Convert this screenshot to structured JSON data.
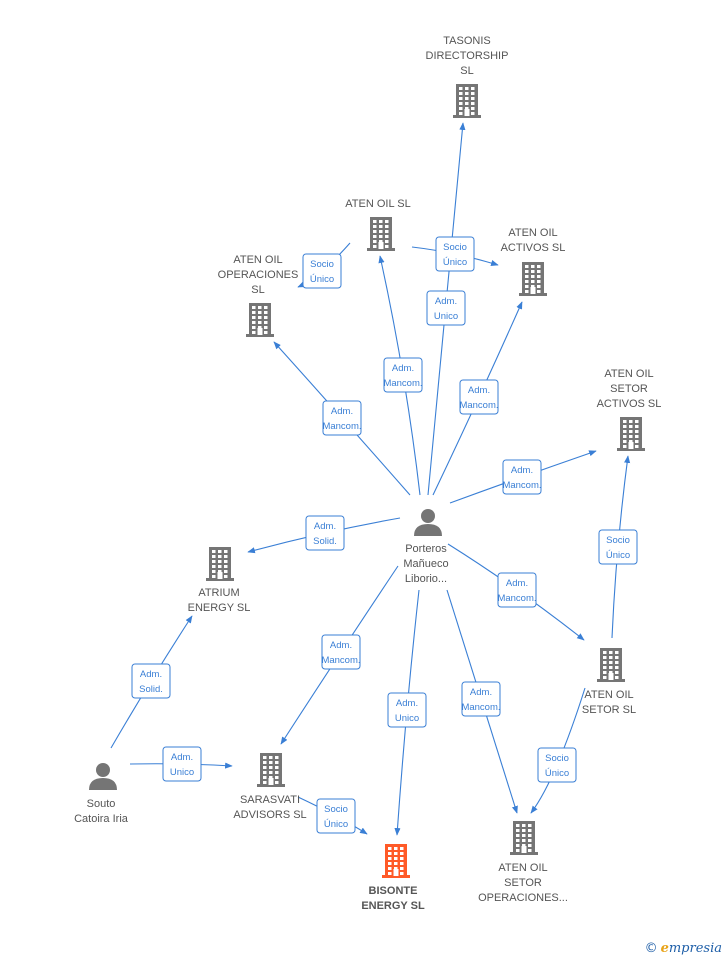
{
  "colors": {
    "edge": "#3a7fd5",
    "company": "#757575",
    "person": "#757575",
    "highlight": "#ff5a28"
  },
  "nodes": [
    {
      "id": "tasonis",
      "type": "company",
      "lines": [
        "TASONIS",
        "DIRECTORSHIP",
        "SL"
      ]
    },
    {
      "id": "atenoil",
      "type": "company",
      "lines": [
        "ATEN OIL  SL"
      ]
    },
    {
      "id": "atenoilactivos",
      "type": "company",
      "lines": [
        "ATEN OIL",
        "ACTIVOS  SL"
      ]
    },
    {
      "id": "atenoiloperaciones",
      "type": "company",
      "lines": [
        "ATEN OIL",
        "OPERACIONES",
        "SL"
      ]
    },
    {
      "id": "atenoilsetoractivos",
      "type": "company",
      "lines": [
        "ATEN OIL",
        "SETOR",
        "ACTIVOS  SL"
      ]
    },
    {
      "id": "porteros",
      "type": "person",
      "lines": [
        "Porteros",
        "Mañueco",
        "Liborio..."
      ]
    },
    {
      "id": "atrium",
      "type": "company",
      "lines": [
        "ATRIUM",
        "ENERGY SL"
      ]
    },
    {
      "id": "atenoilsetor",
      "type": "company",
      "lines": [
        "ATEN OIL",
        "SETOR  SL"
      ]
    },
    {
      "id": "souto",
      "type": "person",
      "lines": [
        "Souto",
        "Catoira Iria"
      ]
    },
    {
      "id": "sarasvati",
      "type": "company",
      "lines": [
        "SARASVATI",
        "ADVISORS  SL"
      ]
    },
    {
      "id": "bisonte",
      "type": "company",
      "highlight": true,
      "lines": [
        "BISONTE",
        "ENERGY  SL"
      ]
    },
    {
      "id": "atenoilsetoroperaciones",
      "type": "company",
      "lines": [
        "ATEN OIL",
        "SETOR",
        "OPERACIONES..."
      ]
    }
  ],
  "edges": [
    {
      "from": "porteros",
      "to": "tasonis",
      "lines": [
        "Adm.",
        "Unico"
      ]
    },
    {
      "from": "porteros",
      "to": "atenoil",
      "lines": [
        "Adm.",
        "Mancom."
      ]
    },
    {
      "from": "porteros",
      "to": "atenoilactivos",
      "lines": [
        "Adm.",
        "Mancom."
      ]
    },
    {
      "from": "porteros",
      "to": "atenoiloperaciones",
      "lines": [
        "Adm.",
        "Mancom."
      ]
    },
    {
      "from": "porteros",
      "to": "atenoilsetoractivos",
      "lines": [
        "Adm.",
        "Mancom."
      ]
    },
    {
      "from": "porteros",
      "to": "atrium",
      "lines": [
        "Adm.",
        "Solid."
      ]
    },
    {
      "from": "porteros",
      "to": "atenoilsetor",
      "lines": [
        "Adm.",
        "Mancom."
      ]
    },
    {
      "from": "porteros",
      "to": "sarasvati",
      "lines": [
        "Adm.",
        "Mancom."
      ]
    },
    {
      "from": "porteros",
      "to": "bisonte",
      "lines": [
        "Adm.",
        "Unico"
      ]
    },
    {
      "from": "porteros",
      "to": "atenoilsetoroperaciones",
      "lines": [
        "Adm.",
        "Mancom."
      ]
    },
    {
      "from": "atenoil",
      "to": "atenoilactivos",
      "lines": [
        "Socio",
        "Único"
      ]
    },
    {
      "from": "atenoil",
      "to": "atenoiloperaciones",
      "lines": [
        "Socio",
        "Único"
      ]
    },
    {
      "from": "atenoilsetor",
      "to": "atenoilsetoractivos",
      "lines": [
        "Socio",
        "Único"
      ]
    },
    {
      "from": "atenoilsetor",
      "to": "atenoilsetoroperaciones",
      "lines": [
        "Socio",
        "Único"
      ]
    },
    {
      "from": "souto",
      "to": "atrium",
      "lines": [
        "Adm.",
        "Solid."
      ]
    },
    {
      "from": "souto",
      "to": "sarasvati",
      "lines": [
        "Adm.",
        "Unico"
      ]
    },
    {
      "from": "sarasvati",
      "to": "bisonte",
      "lines": [
        "Socio",
        "Único"
      ]
    }
  ],
  "brand": {
    "copyright": "©",
    "name_first": "e",
    "name_rest": "mpresia"
  }
}
